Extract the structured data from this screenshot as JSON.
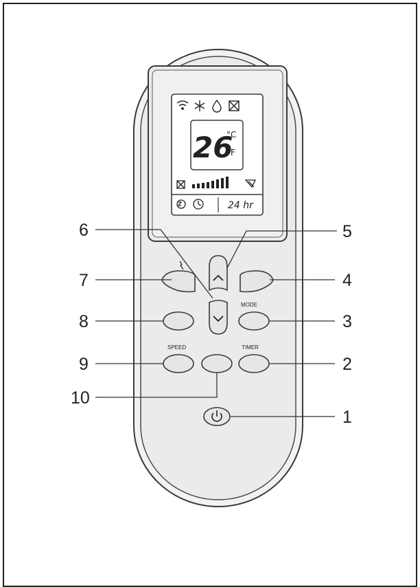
{
  "display": {
    "temperature": "26",
    "unit_c": "°C",
    "unit_f": "°F",
    "timer_text": "24 hr"
  },
  "buttons": {
    "mode_label": "MODE",
    "speed_label": "SPEED",
    "timer_label": "TIMER"
  },
  "callouts": [
    "1",
    "2",
    "3",
    "4",
    "5",
    "6",
    "7",
    "8",
    "9",
    "10"
  ],
  "colors": {
    "body": "#efefef",
    "outline": "#3a3a3a",
    "button_fill": "#e6e6e6"
  },
  "icons": [
    "wifi-icon",
    "snowflake-icon",
    "drop-icon",
    "fan-icon",
    "battery-bars-icon",
    "swing-icon",
    "sleep-icon",
    "clock-icon",
    "power-icon",
    "up-arrow-icon",
    "down-arrow-icon"
  ]
}
